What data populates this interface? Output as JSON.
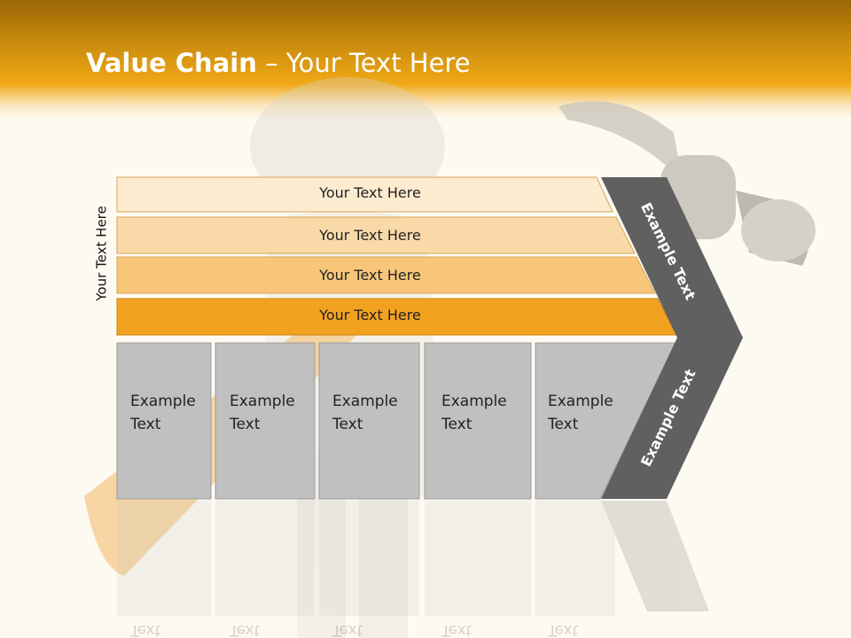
{
  "title": {
    "bold": "Value Chain",
    "rest": " – Your Text Here"
  },
  "side_label": "Your Text Here",
  "bands": [
    {
      "label": "Your Text Here",
      "color": "#fdebd0"
    },
    {
      "label": "Your Text Here",
      "color": "#fad9a8"
    },
    {
      "label": "Your Text Here",
      "color": "#f8c67a"
    },
    {
      "label": "Your Text Here",
      "color": "#f3a21f"
    }
  ],
  "boxes": [
    {
      "line1": "Example",
      "line2": "Text"
    },
    {
      "line1": "Example",
      "line2": "Text"
    },
    {
      "line1": "Example",
      "line2": "Text"
    },
    {
      "line1": "Example",
      "line2": "Text"
    },
    {
      "line1": "Example",
      "line2": "Text"
    }
  ],
  "chevron": {
    "upper": "Example Text",
    "lower": "Example Text",
    "color": "#606060"
  },
  "colors": {
    "header": "#f0a816",
    "box": "#c0c0c0",
    "box_border": "#9a9a9a",
    "background": "#fdfaf2"
  }
}
